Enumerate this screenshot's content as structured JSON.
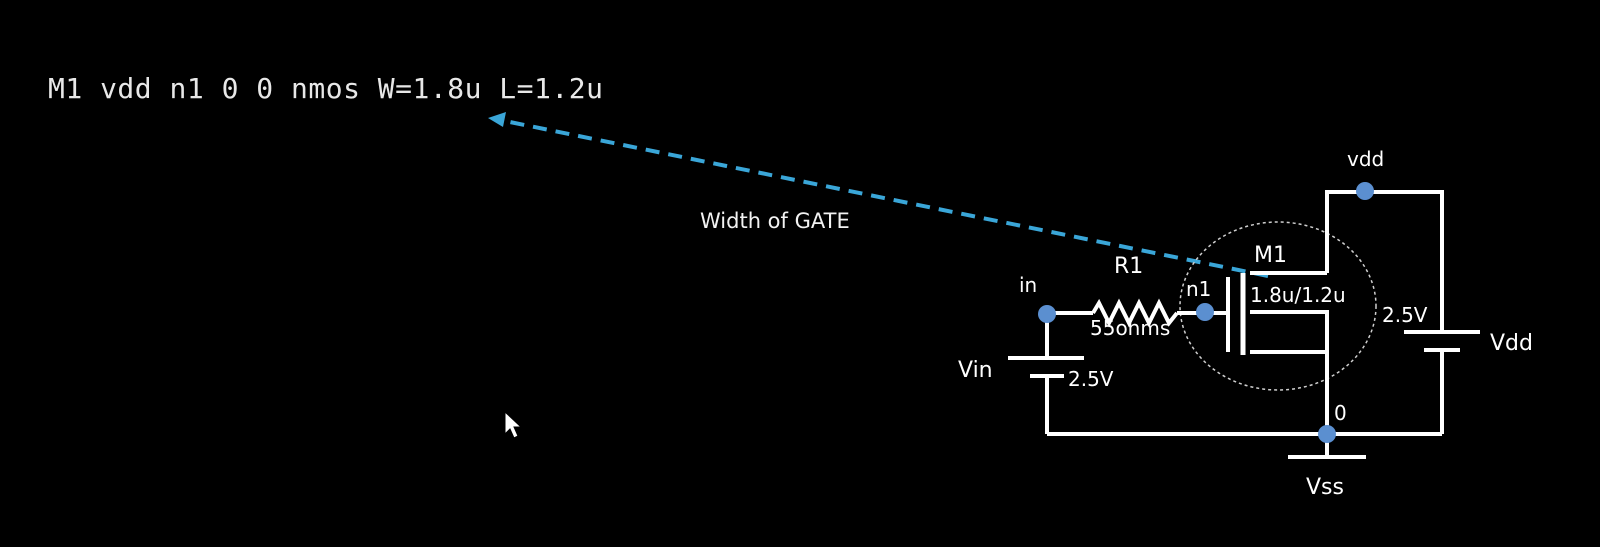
{
  "netlist": {
    "line": "M1 vdd n1 0 0 nmos W=1.8u L=1.2u"
  },
  "annotation": {
    "text": "Width of GATE",
    "arrow_color": "#3aa6d8"
  },
  "circuit": {
    "wire_color": "#ffffff",
    "node_color": "#5b8fd0",
    "labels": {
      "vdd_node": "vdd",
      "in_node": "in",
      "n1_node": "n1",
      "ground_node": "0",
      "resistor_name": "R1",
      "resistor_value": "55ohms",
      "transistor_name": "M1",
      "transistor_size": "1.8u/1.2u",
      "vin_name": "Vin",
      "vin_value": "2.5V",
      "vdd_name": "Vdd",
      "vdd_value": "2.5V",
      "vss_name": "Vss"
    }
  }
}
